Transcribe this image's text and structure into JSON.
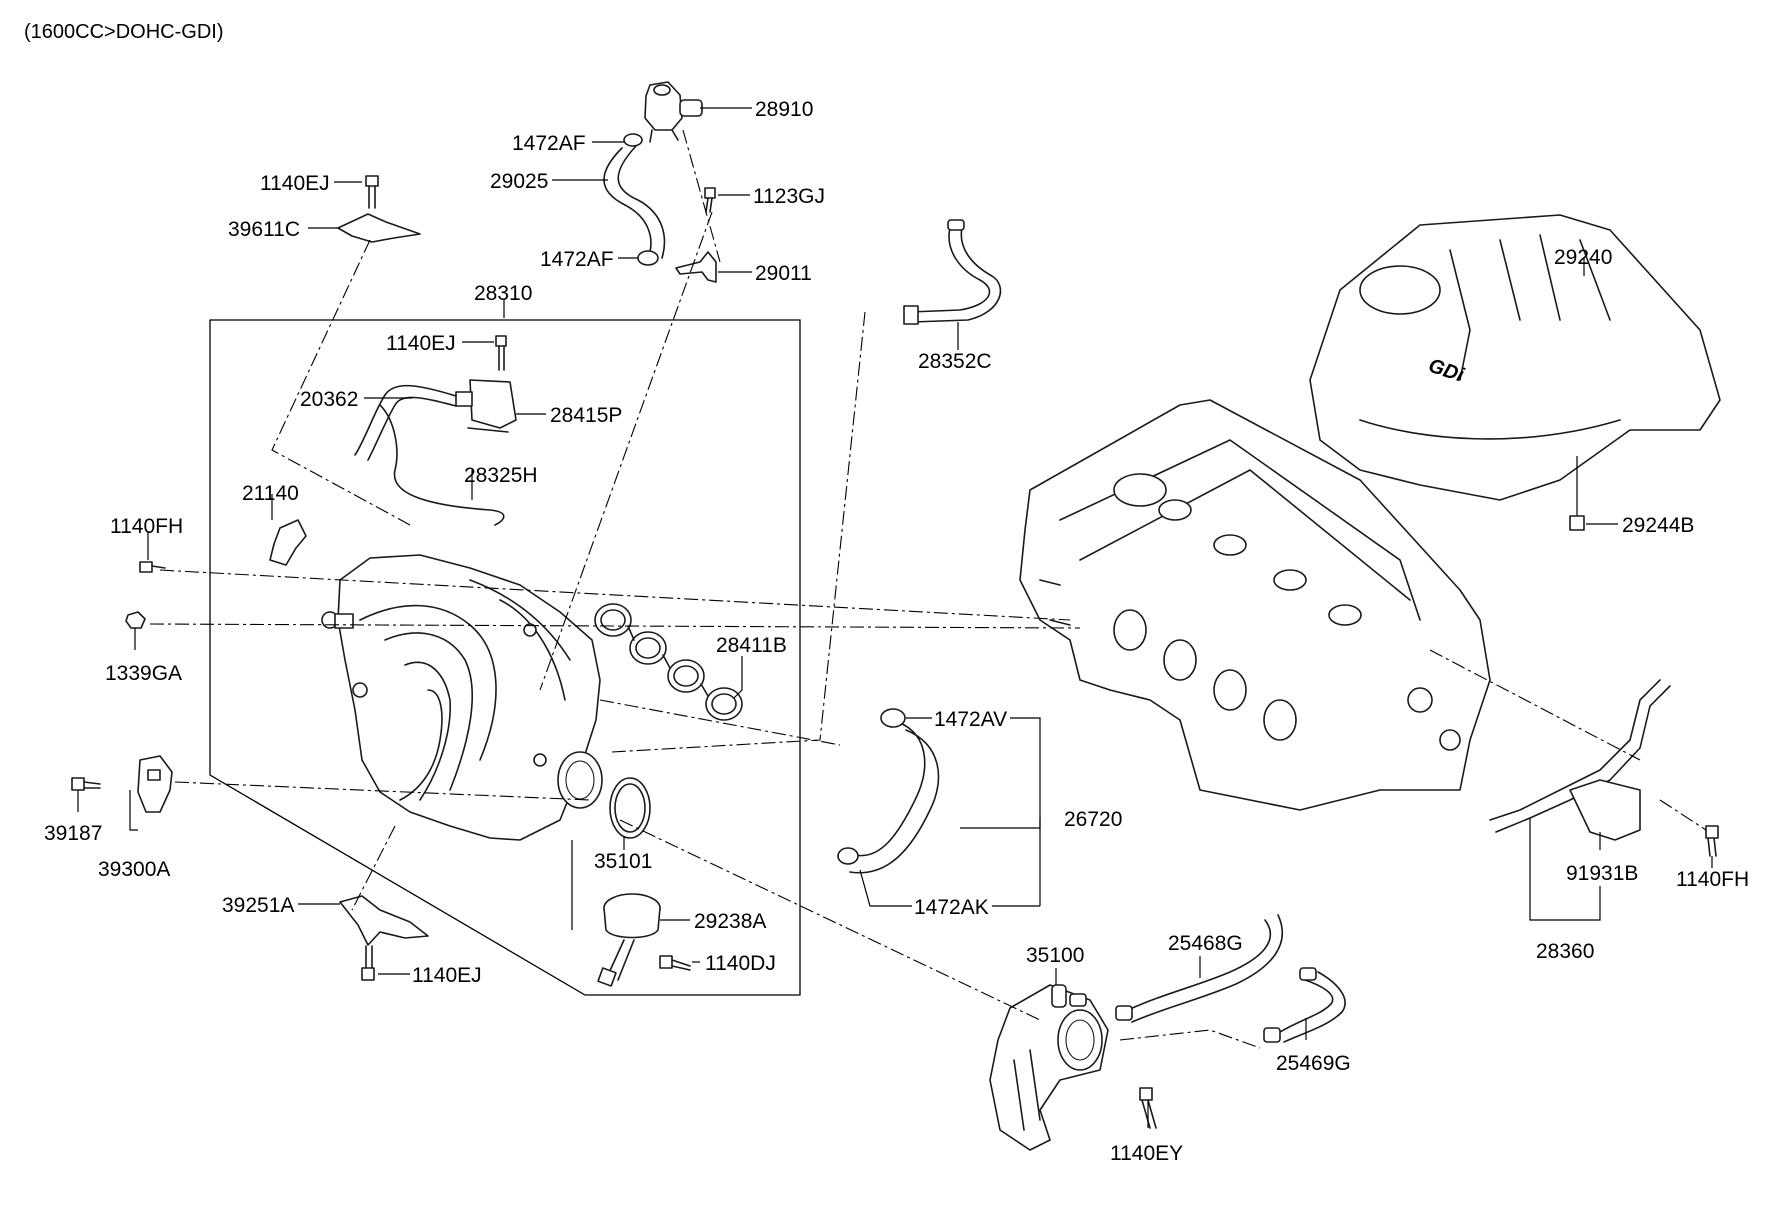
{
  "header": "(1600CC>DOHC-GDI)",
  "cover_badge": "GDi",
  "labels": {
    "p28910": "28910",
    "p1472AF_top": "1472AF",
    "p29025": "29025",
    "p1123GJ": "1123GJ",
    "p1472AF_bottom": "1472AF",
    "p29011": "29011",
    "p1140EJ_top": "1140EJ",
    "p39611C": "39611C",
    "p28310": "28310",
    "p1140EJ_mid": "1140EJ",
    "p20362": "20362",
    "p28415P": "28415P",
    "p28325H": "28325H",
    "p21140": "21140",
    "p1140FH_left": "1140FH",
    "p1339GA": "1339GA",
    "p28411B": "28411B",
    "p39187": "39187",
    "p39300A": "39300A",
    "p35101": "35101",
    "p39251A": "39251A",
    "p29238A": "29238A",
    "p1140DJ": "1140DJ",
    "p1140EJ_bottom": "1140EJ",
    "p28352C": "28352C",
    "p1472AV": "1472AV",
    "p26720": "26720",
    "p1472AK": "1472AK",
    "p35100": "35100",
    "p25468G": "25468G",
    "p25469G": "25469G",
    "p1140EY": "1140EY",
    "p29240": "29240",
    "p29244B": "29244B",
    "p91931B": "91931B",
    "p1140FH_right": "1140FH",
    "p28360": "28360"
  }
}
